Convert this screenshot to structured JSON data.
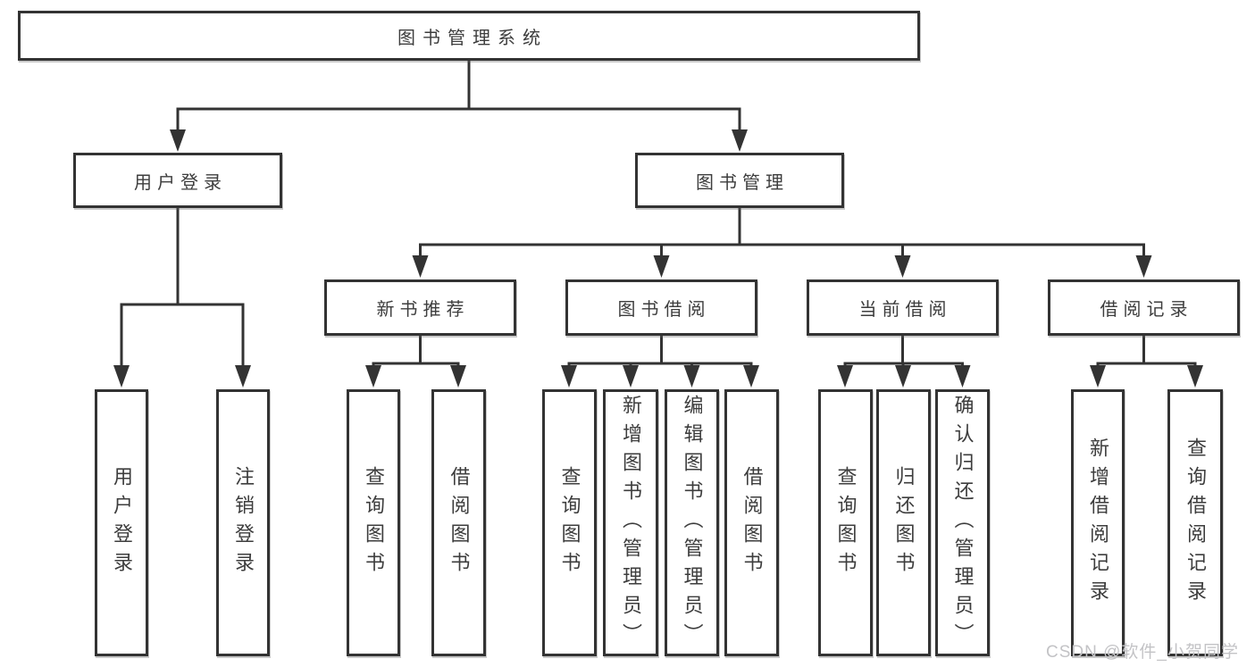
{
  "diagram": {
    "root": "图书管理系统",
    "branches": [
      {
        "label": "用户登录",
        "children": [
          "用户登录",
          "注销登录"
        ]
      },
      {
        "label": "图书管理",
        "groups": [
          {
            "label": "新书推荐",
            "children": [
              "查询图书",
              "借阅图书"
            ]
          },
          {
            "label": "图书借阅",
            "children": [
              "查询图书",
              "新增图书（管理员）",
              "编辑图书（管理员）",
              "借阅图书"
            ]
          },
          {
            "label": "当前借阅",
            "children": [
              "查询图书",
              "归还图书",
              "确认归还（管理员）"
            ]
          },
          {
            "label": "借阅记录",
            "children": [
              "新增借阅记录",
              "查询借阅记录"
            ]
          }
        ]
      }
    ]
  },
  "watermark": "CSDN @软件_小贺同学",
  "colors": {
    "line": "#333333",
    "box_border": "#333333",
    "text": "#3d3d3d",
    "watermark": "#c3c3c6",
    "background": "#ffffff"
  }
}
